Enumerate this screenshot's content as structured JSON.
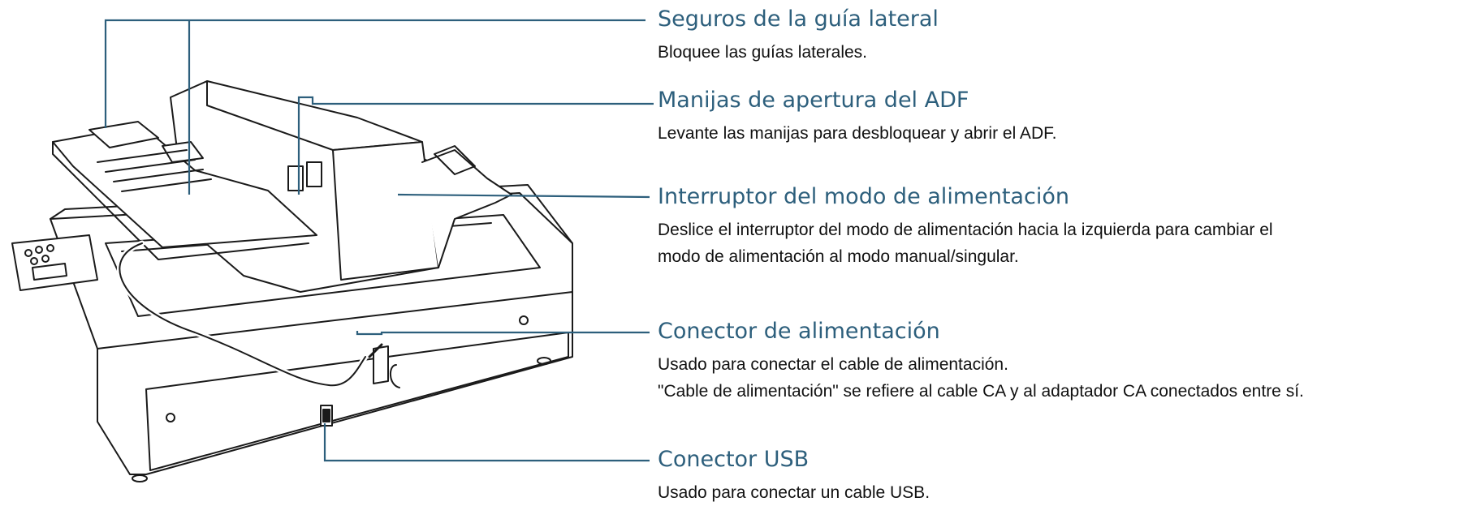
{
  "callouts": [
    {
      "title": "Seguros de la guía lateral",
      "desc": [
        "Bloquee las guías laterales."
      ]
    },
    {
      "title": "Manijas de apertura del ADF",
      "desc": [
        "Levante las manijas para desbloquear y abrir el ADF."
      ]
    },
    {
      "title": "Interruptor del modo de alimentación",
      "desc": [
        "Deslice el interruptor del modo de alimentación hacia la izquierda para cambiar el",
        "modo de alimentación al modo manual/singular."
      ]
    },
    {
      "title": "Conector de alimentación",
      "desc": [
        "Usado para conectar el cable de alimentación.",
        "\"Cable de alimentación\" se refiere al cable CA y al adaptador CA conectados entre sí."
      ]
    },
    {
      "title": "Conector USB",
      "desc": [
        "Usado para conectar un cable USB."
      ]
    }
  ],
  "colors": {
    "title": "#2d5f7c",
    "leader": "#2d5f7c",
    "text": "#111111",
    "drawing": "#1a1a1a"
  }
}
